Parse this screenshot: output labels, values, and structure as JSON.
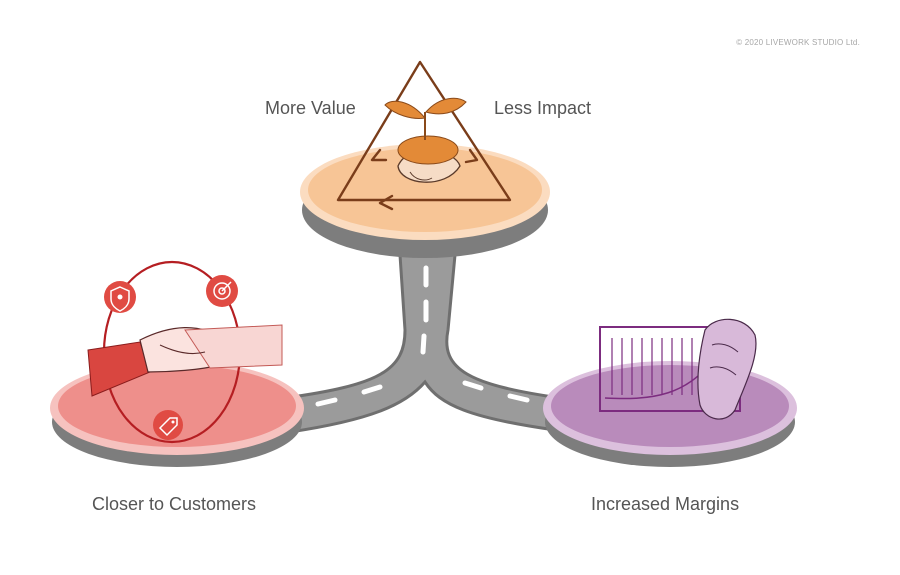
{
  "copyright": "© 2020 LIVEWORK STUDIO Ltd.",
  "labels": {
    "more_value": "More Value",
    "less_impact": "Less Impact",
    "closer_to_customers": "Closer to Customers",
    "increased_margins": "Increased Margins"
  },
  "colors": {
    "background": "#ffffff",
    "road": "#9b9b9b",
    "road_edge": "#6f6f6f",
    "road_marking": "#ffffff",
    "top_platform": "#f7c596",
    "top_platform_rim": "#fbdcc0",
    "triangle_stroke": "#7a3d1a",
    "plant": "#e38a37",
    "left_platform": "#ee8f8b",
    "left_platform_rim": "#f6c2bf",
    "left_accent": "#e04b43",
    "left_ring": "#b51e22",
    "right_platform": "#b98bbb",
    "right_platform_rim": "#dcc0dd",
    "right_accent": "#7c2c7f",
    "label_text": "#555555"
  },
  "icons": [
    "shield-person-icon",
    "target-icon",
    "price-tag-icon",
    "handshake-icon",
    "seedling-hands-icon",
    "chart-hand-icon"
  ]
}
